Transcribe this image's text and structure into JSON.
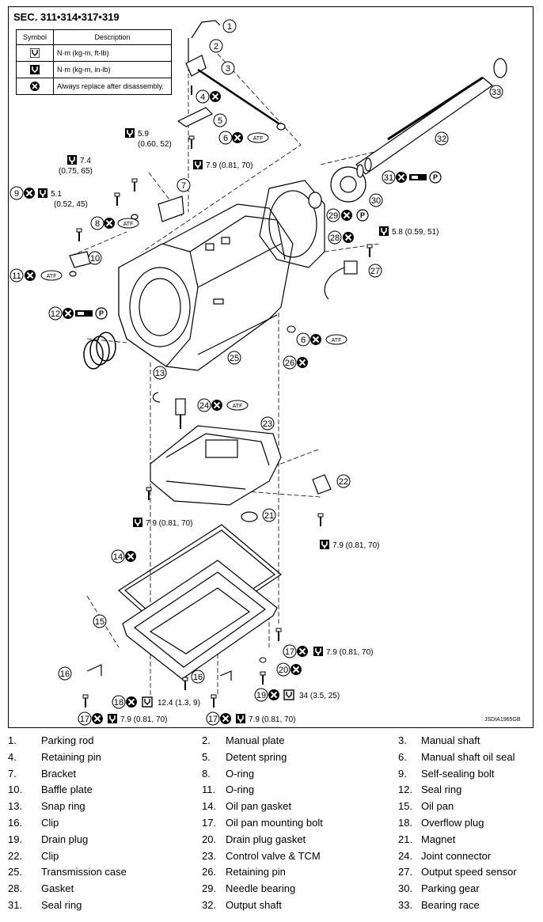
{
  "section_title": "SEC. 311•314•317•319",
  "symbol_table": {
    "header": {
      "symbol": "Symbol",
      "description": "Description"
    },
    "rows": [
      {
        "icon": "torque-wrench-icon",
        "description": "N·m (kg-m, ft-lb)"
      },
      {
        "icon": "torque-wrench-small-icon",
        "description": "N·m (kg-m, in-lb)"
      },
      {
        "icon": "replace-x-icon",
        "description": "Always replace after disassembly."
      }
    ]
  },
  "callouts": {
    "c1": "1",
    "c2": "2",
    "c3": "3",
    "c4": "4",
    "c5": "5",
    "c6a": "6",
    "c6b": "6",
    "c7": "7",
    "c8": "8",
    "c9": "9",
    "c10": "10",
    "c11": "11",
    "c12": "12",
    "c13": "13",
    "c14": "14",
    "c15": "15",
    "c16a": "16",
    "c16b": "16",
    "c17a": "17",
    "c17b": "17",
    "c17c": "17",
    "c18": "18",
    "c19": "19",
    "c20": "20",
    "c21": "21",
    "c22": "22",
    "c23": "23",
    "c24": "24",
    "c25": "25",
    "c26": "26",
    "c27": "27",
    "c28": "28",
    "c29": "29",
    "c30": "30",
    "c31": "31",
    "c32": "32",
    "c33": "33"
  },
  "torques": {
    "t_59": "5.9",
    "t_59b": "(0.60, 52)",
    "t_74": "7.4",
    "t_74b": "(0.75, 65)",
    "t_51": "5.1",
    "t_51b": "(0.52, 45)",
    "t_79a": "7.9 (0.81, 70)",
    "t_79b": "7.9 (0.81, 70)",
    "t_79c": "7.9 (0.81, 70)",
    "t_79d": "7.9 (0.81, 70)",
    "t_79e": "7.9 (0.81, 70)",
    "t_79f": "7.9 (0.81, 70)",
    "t_58": "5.8 (0.59, 51)",
    "t_124": "12.4 (1.3, 9)",
    "t_34": "34 (3.5, 25)"
  },
  "atf_label": "ATF",
  "p_label": "P",
  "figure_code": "JSDIA1965GB",
  "legend": [
    [
      {
        "n": "1.",
        "t": "Parking rod"
      },
      {
        "n": "2.",
        "t": "Manual plate"
      },
      {
        "n": "3.",
        "t": "Manual shaft"
      }
    ],
    [
      {
        "n": "4.",
        "t": "Retaining pin"
      },
      {
        "n": "5.",
        "t": "Detent spring"
      },
      {
        "n": "6.",
        "t": "Manual shaft oil seal"
      }
    ],
    [
      {
        "n": "7.",
        "t": "Bracket"
      },
      {
        "n": "8.",
        "t": "O-ring"
      },
      {
        "n": "9.",
        "t": "Self-sealing bolt"
      }
    ],
    [
      {
        "n": "10.",
        "t": "Baffle plate"
      },
      {
        "n": "11.",
        "t": "O-ring"
      },
      {
        "n": "12.",
        "t": "Seal ring"
      }
    ],
    [
      {
        "n": "13.",
        "t": "Snap ring"
      },
      {
        "n": "14.",
        "t": "Oil pan gasket"
      },
      {
        "n": "15.",
        "t": "Oil pan"
      }
    ],
    [
      {
        "n": "16.",
        "t": "Clip"
      },
      {
        "n": "17.",
        "t": "Oil pan mounting bolt"
      },
      {
        "n": "18.",
        "t": "Overflow plug"
      }
    ],
    [
      {
        "n": "19.",
        "t": "Drain plug"
      },
      {
        "n": "20.",
        "t": "Drain plug gasket"
      },
      {
        "n": "21.",
        "t": "Magnet"
      }
    ],
    [
      {
        "n": "22.",
        "t": "Clip"
      },
      {
        "n": "23.",
        "t": "Control valve & TCM"
      },
      {
        "n": "24.",
        "t": "Joint connector"
      }
    ],
    [
      {
        "n": "25.",
        "t": "Transmission case"
      },
      {
        "n": "26.",
        "t": "Retaining pin"
      },
      {
        "n": "27.",
        "t": "Output speed sensor"
      }
    ],
    [
      {
        "n": "28.",
        "t": "Gasket"
      },
      {
        "n": "29.",
        "t": "Needle bearing"
      },
      {
        "n": "30.",
        "t": "Parking gear"
      }
    ],
    [
      {
        "n": "31.",
        "t": "Seal ring"
      },
      {
        "n": "32.",
        "t": "Output shaft"
      },
      {
        "n": "33.",
        "t": "Bearing race"
      }
    ]
  ]
}
